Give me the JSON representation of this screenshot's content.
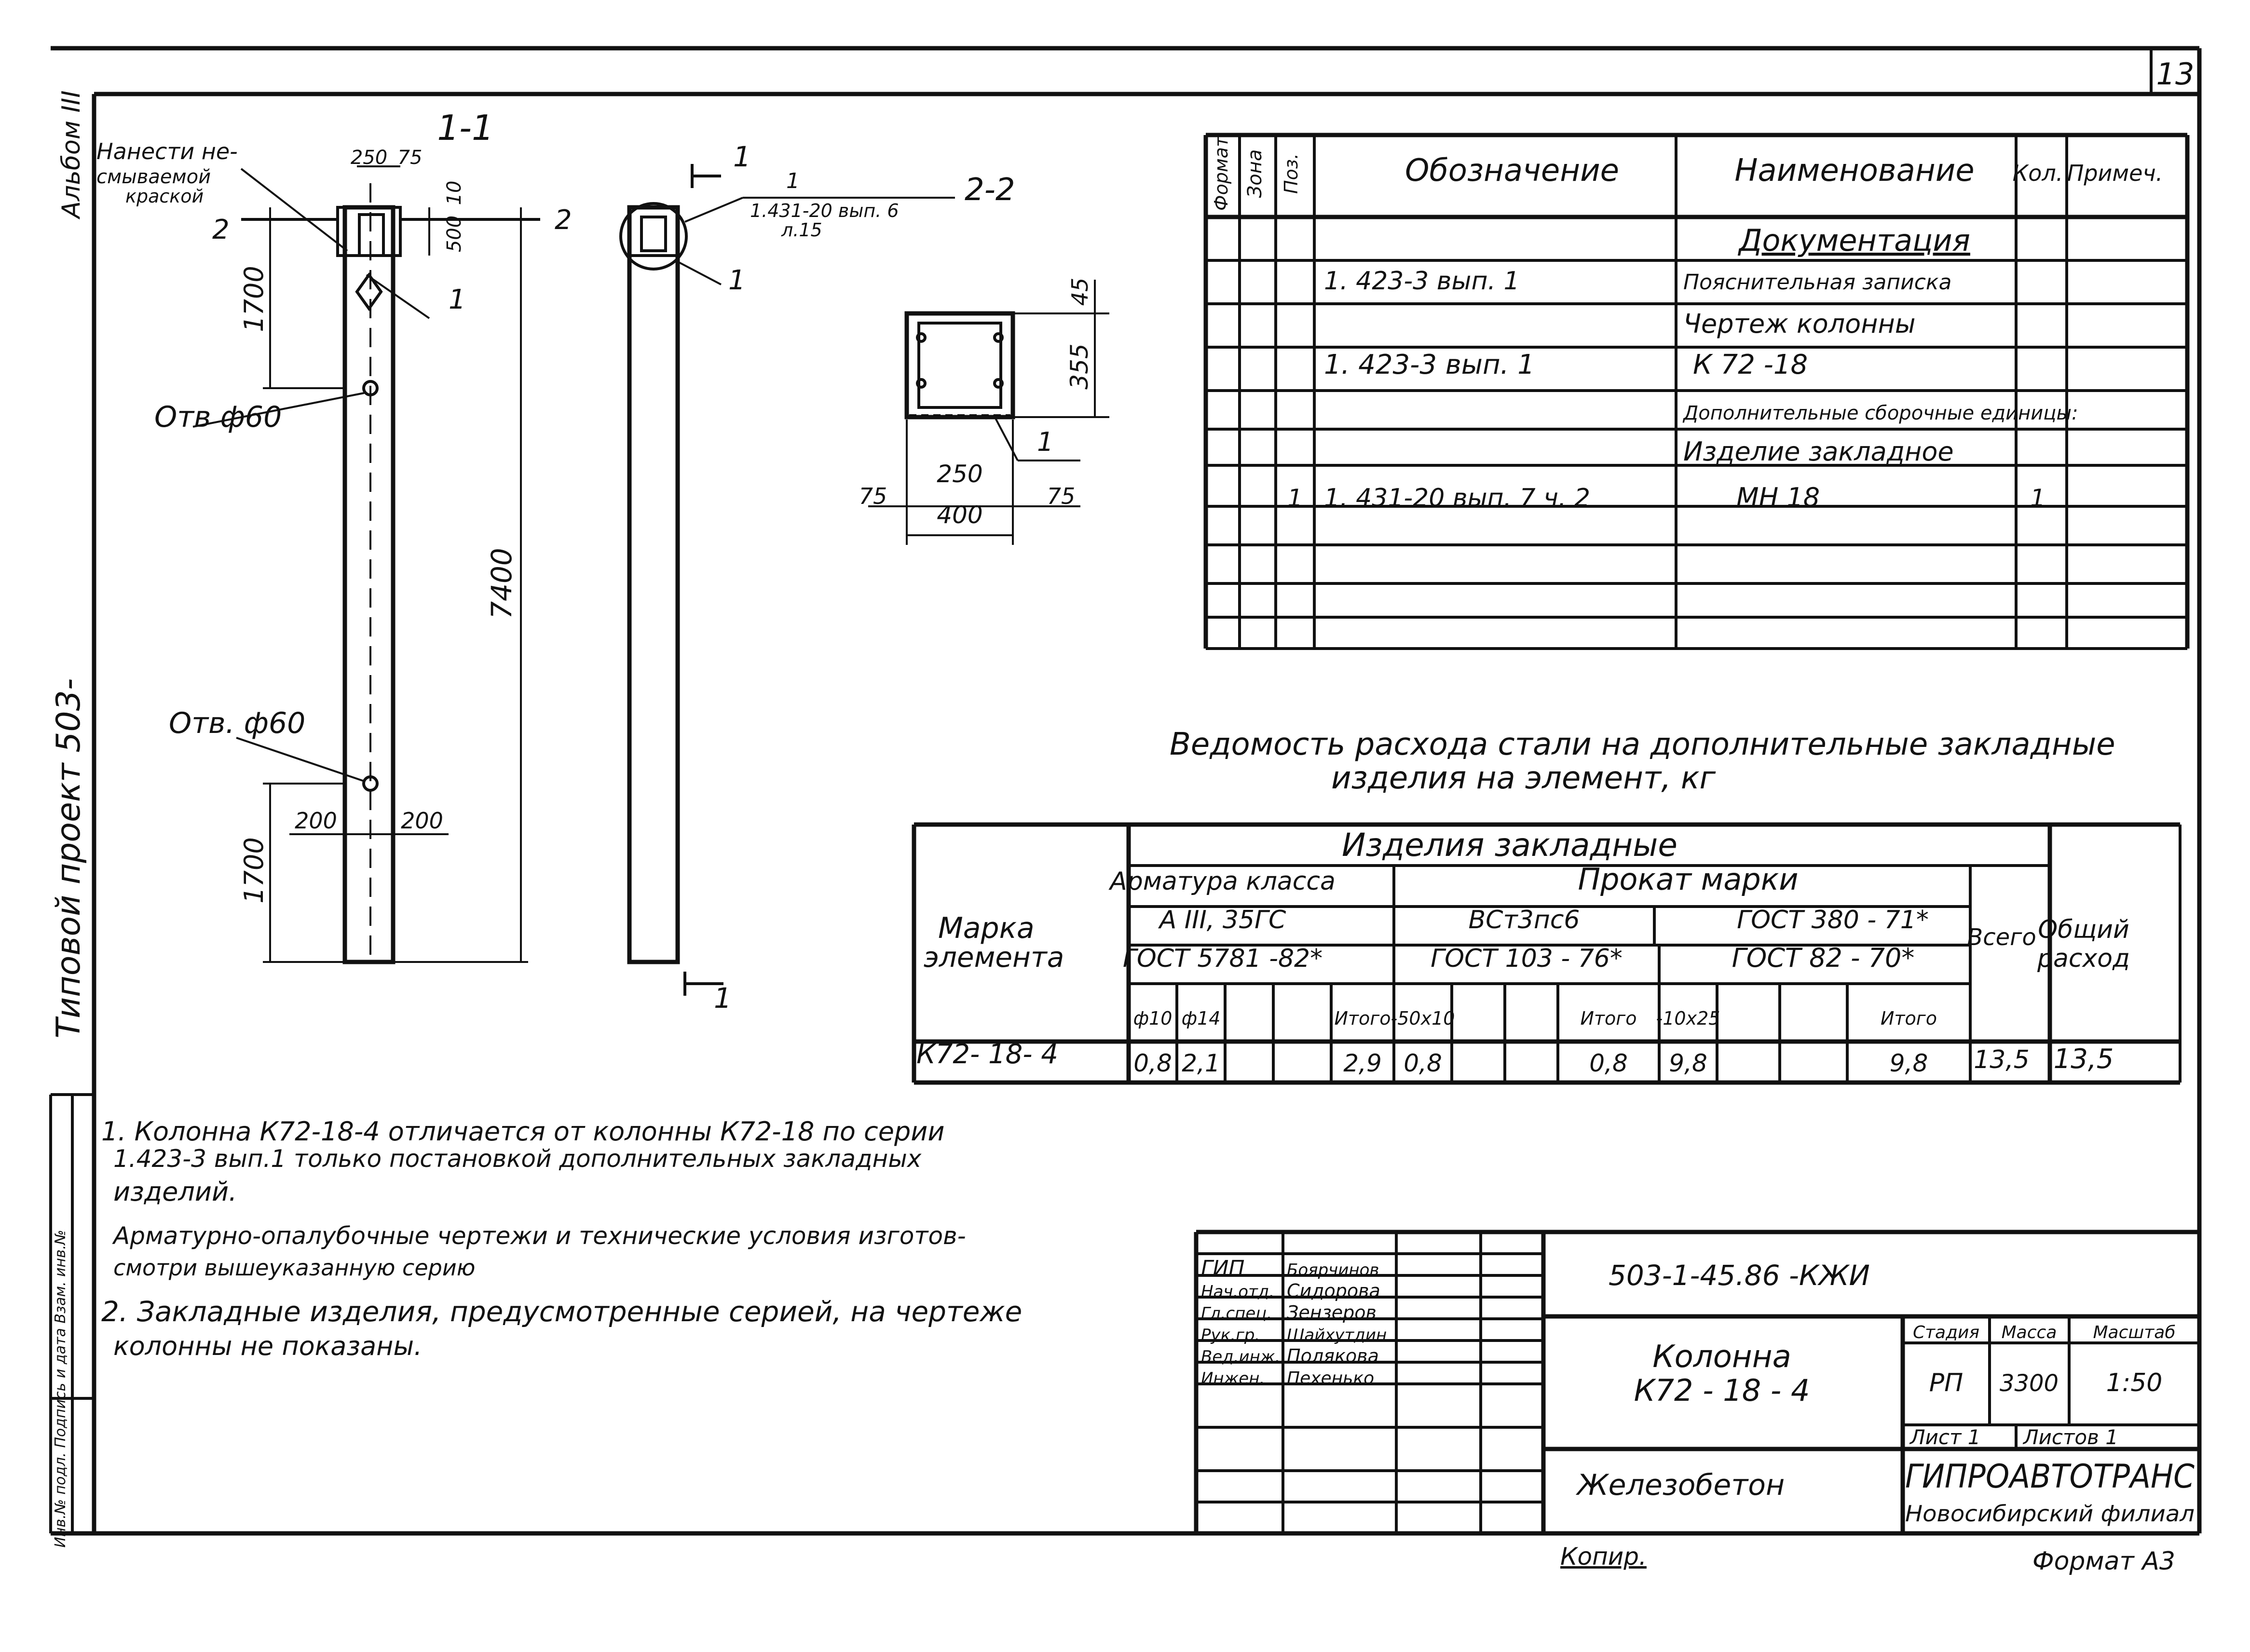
{
  "sheet": {
    "number": "13",
    "left_text": "Типовой проект 503-",
    "album": "Альбом III",
    "side_strip": "Инв.№ подл. Подпись и дата Взам. инв.№",
    "footer_copy": "Копир.",
    "footer_format": "Формат А3"
  },
  "elevation": {
    "section_label": "1-1",
    "note_paint": [
      "Нанести не-",
      "смываемой",
      "краской"
    ],
    "dims": [
      "250",
      "75",
      "10",
      "500",
      "1700",
      "7400",
      "1700",
      "200",
      "200"
    ],
    "hole_label_top": "Отв ф60",
    "hole_label_bottom": "Отв. ф60",
    "cut_mark": "2",
    "pos_mark": "1"
  },
  "side_view": {
    "cut_mark": "1",
    "callout_ref": [
      "1",
      "1.431-20 вып. 6",
      "л.15"
    ],
    "callout_section": "2-2",
    "pos_mark": "1"
  },
  "section_2_2": {
    "dims": [
      "45",
      "355",
      "250",
      "75",
      "400",
      "75"
    ],
    "pos_mark": "1"
  },
  "spec_table": {
    "headers": [
      "Формат",
      "Зона",
      "Поз.",
      "Обозначение",
      "Наименование",
      "Кол.",
      "Примеч."
    ],
    "rows": [
      {
        "pos": "",
        "designation": "",
        "name": "Документация",
        "qty": ""
      },
      {
        "pos": "",
        "designation": "1. 423-3 вып. 1",
        "name": "Пояснительная записка",
        "qty": ""
      },
      {
        "pos": "",
        "designation": "",
        "name": "Чертеж колонны",
        "qty": ""
      },
      {
        "pos": "",
        "designation": "1. 423-3 вып. 1",
        "name": "К 72 -18",
        "qty": ""
      },
      {
        "pos": "",
        "designation": "",
        "name": "Дополнительные сборочные единицы:",
        "qty": ""
      },
      {
        "pos": "",
        "designation": "",
        "name": "Изделие закладное",
        "qty": ""
      },
      {
        "pos": "1",
        "designation": "1. 431-20 вып. 7 ч. 2",
        "name": "МН 18",
        "qty": "1"
      }
    ]
  },
  "steel_table": {
    "title_line1": "Ведомость расхода стали на дополнительные закладные",
    "title_line2": "изделия на элемент, кг",
    "col_element": [
      "Марка",
      "элемента"
    ],
    "group_header": "Изделия закладные",
    "rebar_header": "Арматура класса",
    "rebar_class": "А III, 35ГС",
    "rebar_gost": "ГОСТ 5781 -82*",
    "rolled_header": "Прокат марки",
    "rolled_grade": "ВСт3пс6",
    "rolled_gost1": "ГОСТ 380 - 71*",
    "rolled_gost2": "ГОСТ 103 - 76*",
    "rolled_gost3": "ГОСТ 82 - 70*",
    "col_total": "Всего",
    "col_overall": [
      "Общий",
      "расход"
    ],
    "sub_headers": [
      "ф10",
      "ф14",
      "",
      "",
      "Итого",
      "-50х10",
      "",
      "",
      "Итого",
      "-10х25",
      "",
      "",
      "Итого"
    ],
    "row": {
      "element": "К72- 18- 4",
      "values": [
        "0,8",
        "2,1",
        "",
        "",
        "2,9",
        "0,8",
        "",
        "",
        "0,8",
        "9,8",
        "",
        "",
        "9,8"
      ],
      "total": "13,5",
      "overall": "13,5"
    }
  },
  "notes": [
    "1. Колонна К72-18-4 отличается от колонны К72-18 по серии",
    "1.423-3 вып.1 только постановкой дополнительных закладных",
    "изделий.",
    "Арматурно-опалубочные чертежи и технические условия изготов-",
    "смотри вышеуказанную серию",
    "2. Закладные изделия, предусмотренные серией, на чертеже",
    "колонны не показаны."
  ],
  "title_block": {
    "code": "503-1-45.86   -КЖИ",
    "roles": [
      "ГИП",
      "Нач.отд.",
      "Гл.спец.",
      "Рук.гр.",
      "Вед.инж.",
      "Инжен."
    ],
    "names": [
      "Боярчинов",
      "Сидорова",
      "Зензеров",
      "Шайхутдин",
      "Полякова",
      "Пехенько"
    ],
    "object_name": [
      "Колонна",
      "К72 - 18 - 4"
    ],
    "material": "Железобетон",
    "stage_label": "Стадия",
    "mass_label": "Масса",
    "scale_label": "Масштаб",
    "stage": "РП",
    "mass": "3300",
    "scale": "1:50",
    "sheet_label": "Лист 1",
    "sheets_label": "Листов 1",
    "org": "ГИПРОАВТОТРАНС",
    "org_branch": "Новосибирский филиал"
  }
}
